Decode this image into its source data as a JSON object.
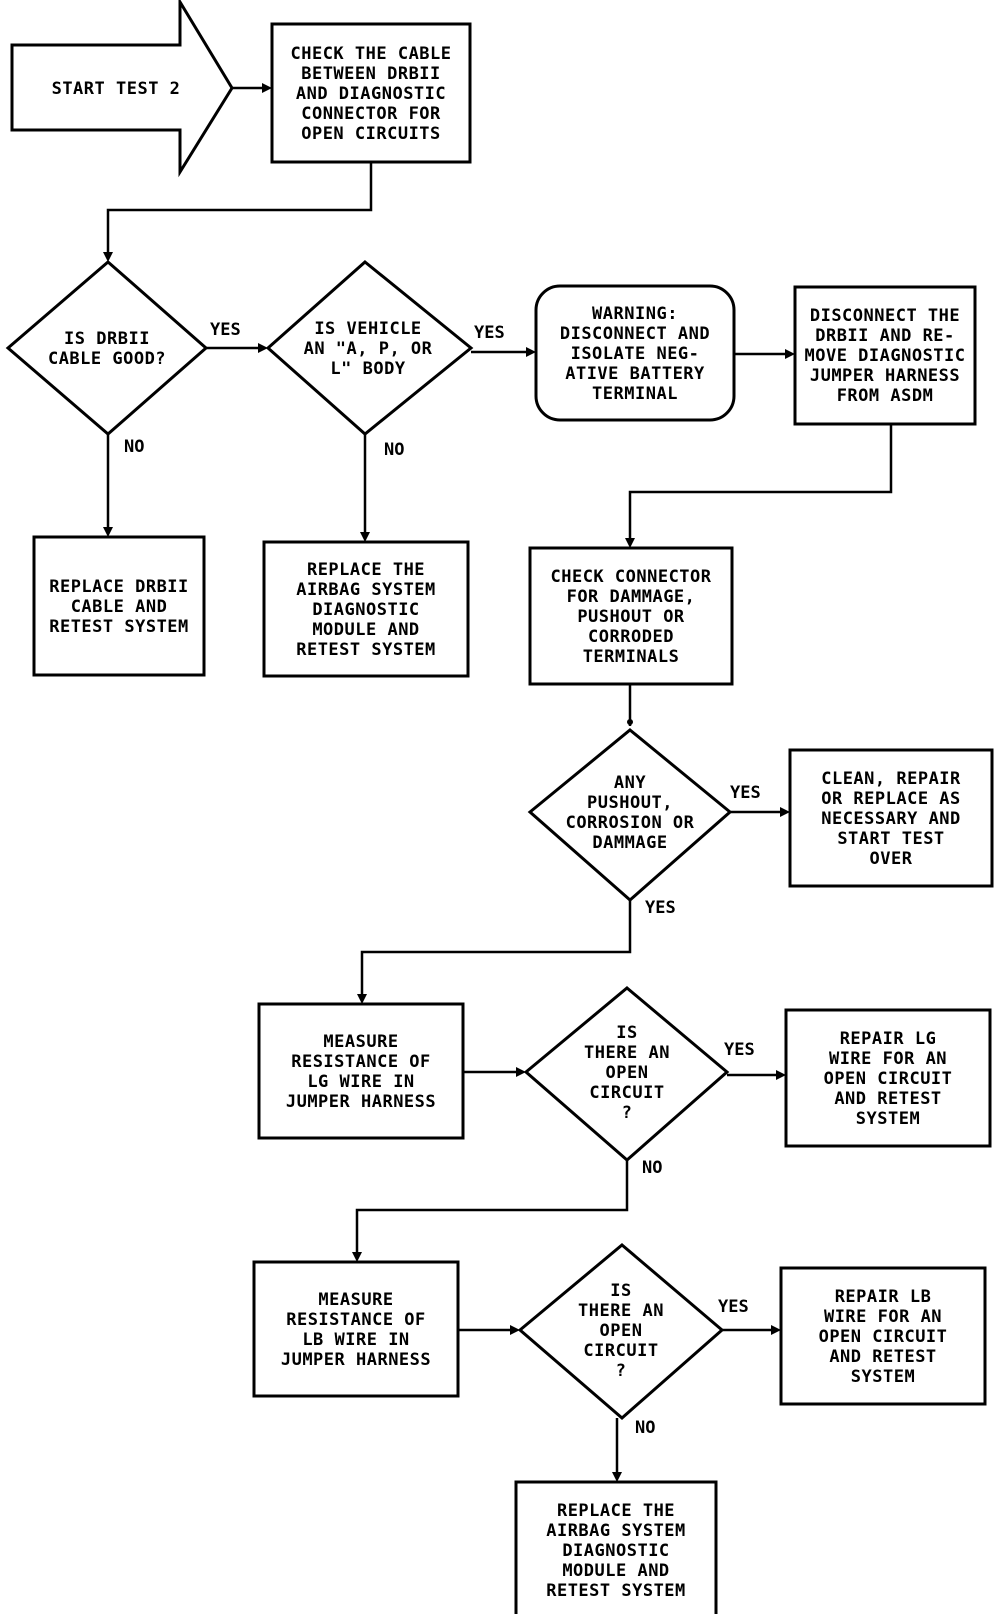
{
  "flowchart": {
    "nodes": {
      "start": [
        "START TEST 2"
      ],
      "check_cable": [
        "CHECK THE CABLE",
        "BETWEEN DRBII",
        "AND DIAGNOSTIC",
        "CONNECTOR FOR",
        "OPEN CIRCUITS"
      ],
      "dec_cable_good": [
        "IS DRBII",
        "CABLE GOOD?"
      ],
      "replace_cable": [
        "REPLACE DRBII",
        "CABLE AND",
        "RETEST SYSTEM"
      ],
      "dec_vehicle": [
        "IS VEHICLE",
        "AN \"A, P, OR",
        "L\" BODY"
      ],
      "replace_asdm_1": [
        "REPLACE THE",
        "AIRBAG SYSTEM",
        "DIAGNOSTIC",
        "MODULE AND",
        "RETEST SYSTEM"
      ],
      "warning": [
        "WARNING:",
        "DISCONNECT AND",
        "ISOLATE NEG-",
        "ATIVE BATTERY",
        "TERMINAL"
      ],
      "disconnect": [
        "DISCONNECT THE",
        "DRBII AND RE-",
        "MOVE DIAGNOSTIC",
        "JUMPER HARNESS",
        "FROM ASDM"
      ],
      "check_connector": [
        "CHECK CONNECTOR",
        "FOR DAMMAGE,",
        "PUSHOUT OR",
        "CORRODED",
        "TERMINALS"
      ],
      "dec_pushout": [
        "ANY",
        "PUSHOUT,",
        "CORROSION OR",
        "DAMMAGE"
      ],
      "clean_repair": [
        "CLEAN, REPAIR",
        "OR REPLACE AS",
        "NECESSARY AND",
        "START TEST",
        "OVER"
      ],
      "measure_lg": [
        "MEASURE",
        "RESISTANCE OF",
        "LG WIRE IN",
        "JUMPER HARNESS"
      ],
      "dec_open_lg": [
        "IS",
        "THERE AN",
        "OPEN",
        "CIRCUIT",
        "?"
      ],
      "repair_lg": [
        "REPAIR LG",
        "WIRE FOR AN",
        "OPEN CIRCUIT",
        "AND RETEST",
        "SYSTEM"
      ],
      "measure_lb": [
        "MEASURE",
        "RESISTANCE OF",
        "LB WIRE IN",
        "JUMPER HARNESS"
      ],
      "dec_open_lb": [
        "IS",
        "THERE AN",
        "OPEN",
        "CIRCUIT",
        "?"
      ],
      "repair_lb": [
        "REPAIR LB",
        "WIRE FOR AN",
        "OPEN CIRCUIT",
        "AND RETEST",
        "SYSTEM"
      ],
      "replace_asdm_2": [
        "REPLACE THE",
        "AIRBAG SYSTEM",
        "DIAGNOSTIC",
        "MODULE AND",
        "RETEST SYSTEM"
      ]
    },
    "edge_labels": {
      "cable_yes": "YES",
      "cable_no": "NO",
      "vehicle_yes": "YES",
      "vehicle_no": "NO",
      "pushout_yes_right": "YES",
      "pushout_yes_down": "YES",
      "open_lg_yes": "YES",
      "open_lg_no": "NO",
      "open_lb_yes": "YES",
      "open_lb_no": "NO"
    }
  }
}
